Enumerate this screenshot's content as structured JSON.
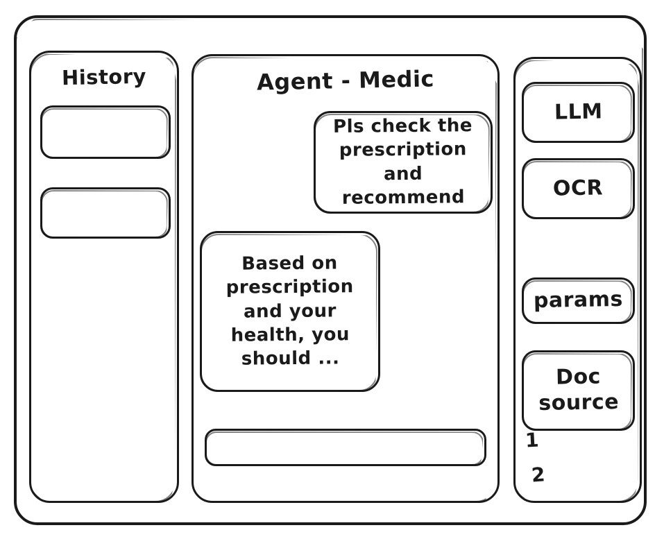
{
  "window": {
    "title": "Agent - Medic"
  },
  "sidebar_left": {
    "title": "History",
    "items": [
      {
        "label": ""
      },
      {
        "label": ""
      }
    ]
  },
  "main": {
    "title": "Agent - Medic",
    "messages": [
      {
        "role": "user",
        "text": "Pls check the\nprescription\nand recommend"
      },
      {
        "role": "assistant",
        "text": "Based on\nprescription\nand your\nhealth, you\nshould ..."
      }
    ],
    "composer": {
      "value": "",
      "placeholder": ""
    }
  },
  "sidebar_right": {
    "buttons": [
      {
        "label": "LLM"
      },
      {
        "label": "OCR"
      },
      {
        "label": "params"
      },
      {
        "label": "Doc\nsource"
      }
    ],
    "doc_source_items": [
      {
        "label": "1"
      },
      {
        "label": "2"
      }
    ]
  },
  "colors": {
    "ink": "#1a1a1a",
    "paper": "#ffffff"
  }
}
